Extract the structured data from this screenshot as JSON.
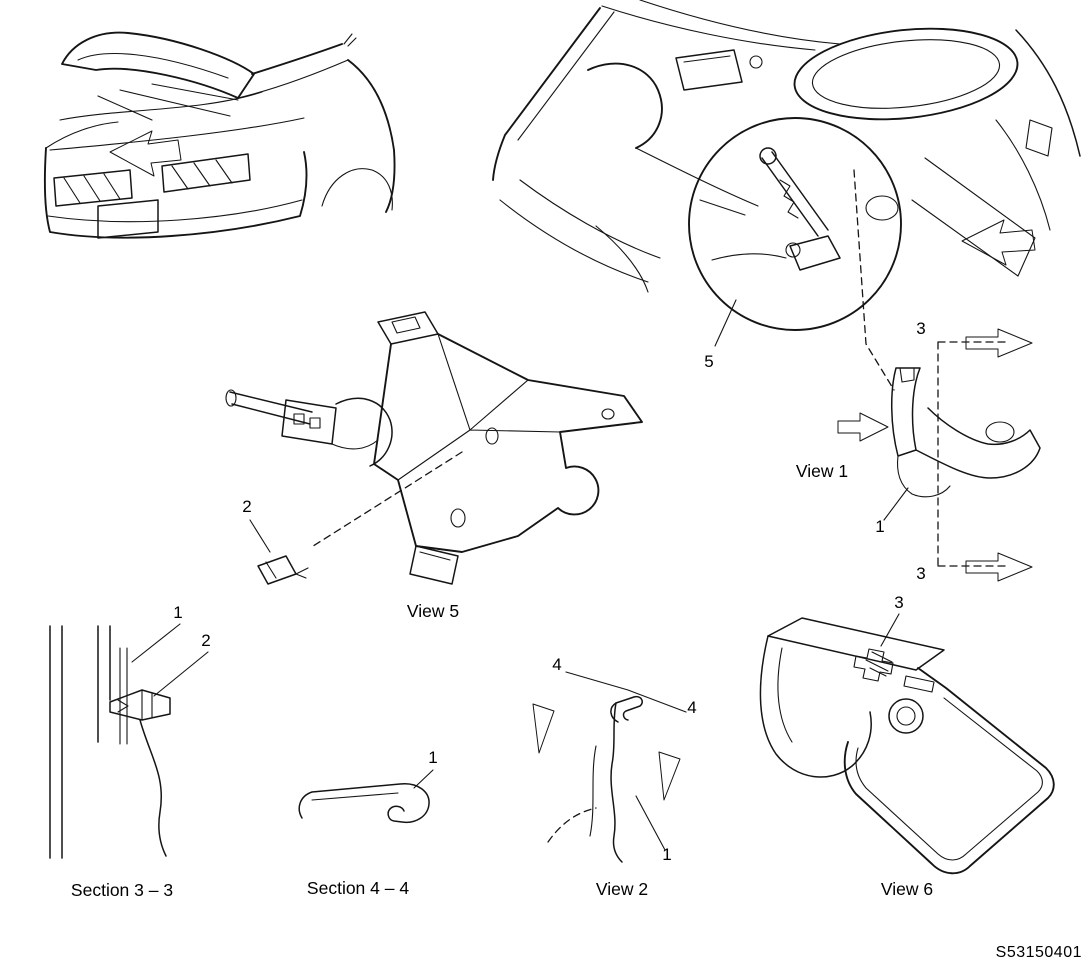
{
  "figure_id": "S53150401",
  "captions": {
    "view1": "View 1",
    "view2": "View 2",
    "view5": "View 5",
    "view6": "View 6",
    "section33": "Section 3 – 3",
    "section44": "Section 4 – 4"
  },
  "callouts": {
    "item5": "5",
    "view5_item2": "2",
    "view1_item3_top": "3",
    "view1_item3_bottom": "3",
    "view1_item1": "1",
    "sec33_item1": "1",
    "sec33_item2": "2",
    "sec44_item1": "1",
    "view2_item4_left": "4",
    "view2_item4_right": "4",
    "view2_item1": "1",
    "view6_item3": "3"
  }
}
